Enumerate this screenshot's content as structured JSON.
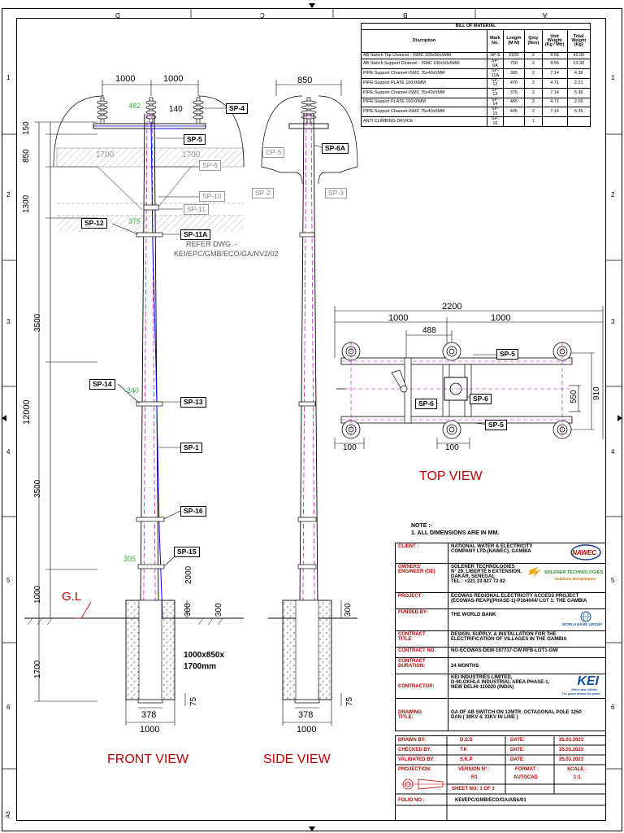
{
  "grid": {
    "cols_top": [
      "D",
      "C",
      "B",
      "A"
    ],
    "rows_left": [
      "1",
      "2",
      "3",
      "4",
      "5",
      "6"
    ],
    "sheet_size": "A3"
  },
  "bom": {
    "title": "BILL OF MATERIAL",
    "headers": [
      "Discription",
      "Mark No.",
      "Length (M M)",
      "Qnty (Nos)",
      "Unit Weight (Kg / Mtr)",
      "Total Weight (Kg)"
    ],
    "rows": [
      [
        "AB Switch Top Channel - ISMC 100x50x5MM",
        "SP-5",
        "2200",
        "2",
        "9.56",
        "42.06"
      ],
      [
        "AB Switch Support Channel - ISMC 100x50x5MM",
        "SP-6A",
        "700",
        "2",
        "9.56",
        "13.38"
      ],
      [
        "PIPE Support Channel-ISMC 75x40x5MM",
        "SP-11A",
        "305",
        "2",
        "7.14",
        "4.36"
      ],
      [
        "PIPE Support PLATE 100X6MM",
        "SP-12",
        "470",
        "3",
        "4.71",
        "2.21"
      ],
      [
        "PIPE Support Channel-ISMC 75x40x5MM",
        "SP-13",
        "375",
        "2",
        "7.14",
        "5.36"
      ],
      [
        "PIPE Support PLATE 100X6MM",
        "SP-14",
        "485",
        "3",
        "4.71",
        "2.05"
      ],
      [
        "PIPE Support Channel-ISMC 75x40x5MM",
        "SP-15",
        "445",
        "2",
        "7.14",
        "6.35"
      ],
      [
        "ANTI CLIMBING DEVICE",
        "SP-16",
        "",
        "1",
        "",
        ""
      ]
    ]
  },
  "front": {
    "dims_top": [
      "1000",
      "1000"
    ],
    "dim_140": "140",
    "dim_1700a": "1700",
    "dim_1700b": "1700",
    "green_482": "482",
    "green_375": "375",
    "green_340": "340",
    "green_305": "305",
    "left_dims": [
      "150",
      "850",
      "1300",
      "3500",
      "3500",
      "1000",
      "1700"
    ],
    "overall": "12000",
    "dim_2000": "2000",
    "dim_300a": "300",
    "dim_300b": "300",
    "dim_75": "75",
    "dim_378": "378",
    "dim_1000b": "1000",
    "gl": "G.L",
    "foundation": "1000x850x",
    "foundation2": "1700mm",
    "refer1": "REFER DWG. -",
    "refer2": "KEI/EPC/GMB/ECO/GA/NV2/02",
    "labels": {
      "sp4": "SP-4",
      "sp5": "SP-5",
      "sp6": "SP-6",
      "sp10": "SP-10",
      "sp11": "SP-11",
      "sp12": "SP-12",
      "sp11a": "SP-11A",
      "sp14": "SP-14",
      "sp13": "SP-13",
      "sp1": "SP-1",
      "sp16": "SP-16",
      "sp15": "SP-15"
    },
    "caption": "FRONT VIEW"
  },
  "side": {
    "dim_850": "850",
    "labels": {
      "sp6a": "SP-6A",
      "dp5": "DP-5",
      "sp2": "SP-2",
      "sp3": "SP-3"
    },
    "dim_300": "300",
    "dim_75": "75",
    "dim_378": "378",
    "dim_1000": "1000",
    "caption": "SIDE VIEW"
  },
  "top": {
    "dim_2200": "2200",
    "dim_1000a": "1000",
    "dim_1000b": "1000",
    "dim_488": "488",
    "dim_550": "550",
    "dim_910": "910",
    "dim_100a": "100",
    "dim_100b": "100",
    "labels": {
      "sp5a": "SP-5",
      "sp5b": "SP-5",
      "sp6a": "SP-6",
      "sp6b": "SP-6"
    },
    "caption": "TOP VIEW"
  },
  "note": {
    "head": "NOTE :-",
    "line1": "1.   ALL DIMENSIONS ARE IN MM."
  },
  "titleblock": {
    "client_k": "CLIENT :",
    "client_v1": "NATIONAL WATER & ELECTRICITY",
    "client_v2": "COMPANY LTD.(NAWEC), GAMBIA",
    "client_logo": "NAWEC",
    "oe_k1": "OWNERS'",
    "oe_k2": "ENGINEER (OE)",
    "oe_v1": "SOLENER TECHNOLOGIES",
    "oe_v2": "N° 29, LIBERTÉ 6 EXTENSION,",
    "oe_v3": "DAKAR, SENEGAL",
    "oe_v4": "TEL : +221 33 827 72 82",
    "oe_logo1": "SOLENER TECHNOLOGIES",
    "oe_logo2": "Solutions Energétiques",
    "project_k": "PROJECT :",
    "project_v1": "ECOWAS REGIONAL ELECTRICITY ACCESS PROJECT",
    "project_v2": "(ECOWAS-REAP)(PHASE-1)-P164044/ LOT 1: THE GAMBIA",
    "funded_k": "FUNDED BY:",
    "funded_v": "THE WORLD BANK",
    "funded_logo": "WORLD BANK GROUP",
    "ct_k1": "CONTRACT",
    "ct_k2": "TITLE",
    "ct_v1": "DESIGN, SUPPLY, & INSTALLATION FOR THE",
    "ct_v2": "ELECTRIFICATION OF VILLAGES IN THE GAMBIA",
    "cn_k": "CONTRACT NO.",
    "cn_v": "NG-ECOWAS-DEM-197717-CW-RFB-LOT1-GM/",
    "cd_k1": "CONTRACT",
    "cd_k2": "DURATION:",
    "cd_v": "24 MONTHS",
    "contractor_k": "CONTRACTOR:",
    "contractor_v1": "KEI  INDUSTRIES LIMITED,",
    "contractor_v2": "D-90,OKHLA INDUSTRIAL AREA PHASE-1,",
    "contractor_v3": "NEW DELHI-110020 (INDIA)",
    "kei_logo": "KEI",
    "kei_sub": "Wires and Cables",
    "kei_tag": "The power behind the power",
    "dt_k1": "DRAWING",
    "dt_k2": "TITLE:",
    "dt_v1": "GA OF AB SWITCH ON 12MTR. OCTAGONAL POLE 1250",
    "dt_v2": "DAN ( 30KV & 33KV IN LINE )",
    "drawn_k": "DRAWN BY:",
    "drawn_v": "D.S.S",
    "checked_k": "CHECKED BY:",
    "checked_v": "T.K",
    "validated_k": "VALIDATED BY:",
    "validated_v": "S.K.P",
    "date_k": "DATE:",
    "date1": "25.03.2023",
    "date2": "25.03.2023",
    "date3": "25.03.2023",
    "proj_k": "PROJECTION:",
    "version_k": "VERSION N° :",
    "version_v": "R1",
    "format_k": "FORMAT :",
    "format_v": "AUTOCAD",
    "scale_k": "SCALE :",
    "scale_v": "1:1",
    "sheet": "SHEET NO: 1 OF 3",
    "folio_k": "FOLIO NO :",
    "folio_v": "KEI/EPC/GMB/ECO/GA/ABS/01"
  }
}
